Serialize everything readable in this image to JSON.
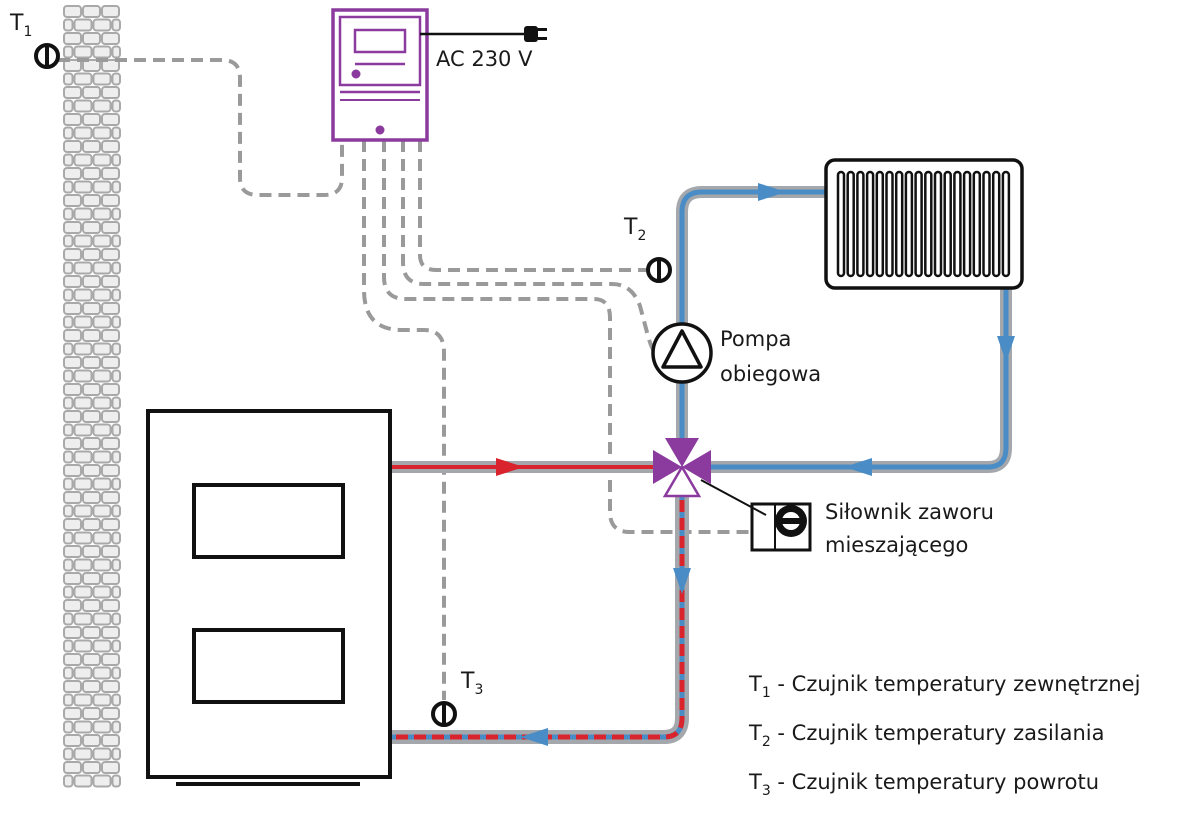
{
  "colors": {
    "brick_fill": "#eeeeee",
    "brick_stroke": "#a9a9a9",
    "supply_red": "#d9232d",
    "return_blue": "#4a8dc6",
    "pipe_gray": "#a4a7ab",
    "controller_purple": "#8b3a9e",
    "valve_purple": "#8b3a9e",
    "wire_gray": "#9a9a9a",
    "outline_black": "#111111"
  },
  "labels": {
    "t1_main": "T",
    "t1_sub": "1",
    "t2_main": "T",
    "t2_sub": "2",
    "t3_main": "T",
    "t3_sub": "3",
    "power": "AC 230 V",
    "pump_line1": "Pompa",
    "pump_line2": "obiegowa",
    "actuator_line1": "Siłownik zaworu",
    "actuator_line2": "mieszającego"
  },
  "legend": [
    {
      "symbol": "T",
      "index": "1",
      "text": " - Czujnik temperatury zewnętrznej"
    },
    {
      "symbol": "T",
      "index": "2",
      "text": " - Czujnik temperatury zasilania"
    },
    {
      "symbol": "T",
      "index": "3",
      "text": " - Czujnik temperatury powrotu"
    }
  ],
  "icons": {
    "sensor": "sensor-icon",
    "pump": "pump-icon",
    "valve": "three-way-valve-icon",
    "actuator": "actuator-icon",
    "plug": "plug-icon",
    "radiator": "radiator-icon",
    "boiler": "boiler-icon",
    "controller": "controller-icon"
  }
}
